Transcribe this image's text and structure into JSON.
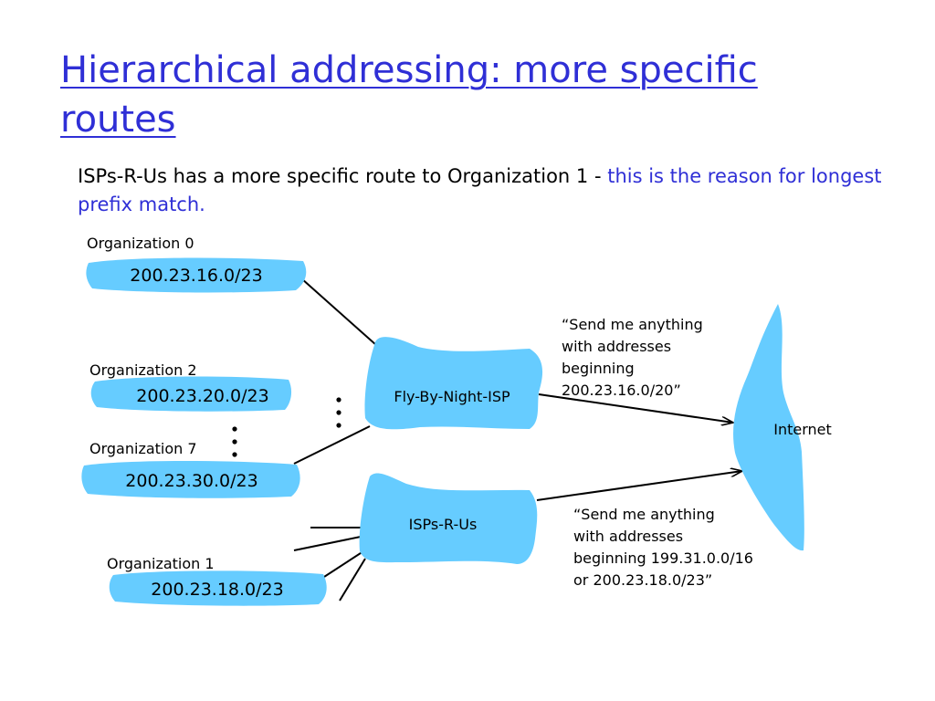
{
  "title": "Hierarchical addressing: more specific routes",
  "subtitle": {
    "text": "ISPs-R-Us has a more specific route to Organization 1 - ",
    "highlight": "this is the reason for longest prefix match."
  },
  "organizations": [
    {
      "name": "Organization 0",
      "prefix": "200.23.16.0/23"
    },
    {
      "name": "Organization 2",
      "prefix": "200.23.20.0/23"
    },
    {
      "name": "Organization 7",
      "prefix": "200.23.30.0/23"
    },
    {
      "name": "Organization 1",
      "prefix": "200.23.18.0/23"
    }
  ],
  "isps": {
    "fly_by_night": "Fly-By-Night-ISP",
    "isps_r_us": "ISPs-R-Us"
  },
  "internet": "Internet",
  "announcements": {
    "fly_by_night": [
      "“Send me anything",
      "with addresses",
      "beginning",
      "200.23.16.0/20”"
    ],
    "isps_r_us": [
      "“Send me anything",
      "with addresses",
      "beginning 199.31.0.0/16",
      "or 200.23.18.0/23”"
    ]
  },
  "colors": {
    "title": "#2f2fd6",
    "highlight": "#2f2fd6",
    "cloud": "#66ccff"
  }
}
